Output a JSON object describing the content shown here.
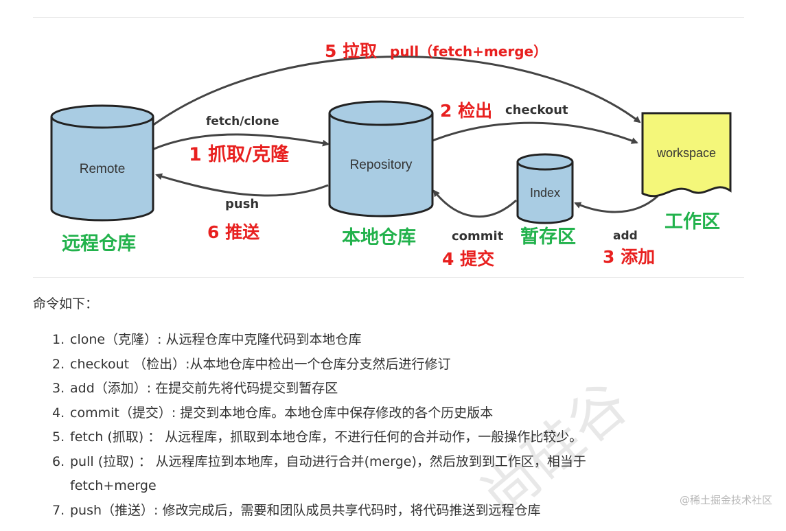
{
  "diagram": {
    "pull_num": "5 拉取",
    "pull_cmd": "pull（fetch+merge）",
    "fetch_clone": "fetch/clone",
    "fetch_label": "1 抓取/克隆",
    "checkout_num": "2 检出",
    "checkout_cmd": "checkout",
    "push_cmd": "push",
    "push_label": "6 推送",
    "commit_cmd": "commit",
    "commit_label": "4 提交",
    "add_cmd": "add",
    "add_label": "3 添加",
    "remote": "Remote",
    "remote_cn": "远程仓库",
    "repository": "Repository",
    "local_cn": "本地仓库",
    "index": "Index",
    "index_cn": "暂存区",
    "workspace": "workspace",
    "workspace_cn": "工作区"
  },
  "text": {
    "intro": "命令如下：",
    "commands": [
      {
        "num": "1.",
        "text": "clone（克隆）: 从远程仓库中克隆代码到本地仓库"
      },
      {
        "num": "2.",
        "text": "checkout （检出）:从本地仓库中检出一个仓库分支然后进行修订"
      },
      {
        "num": "3.",
        "text": "add（添加）: 在提交前先将代码提交到暂存区"
      },
      {
        "num": "4.",
        "text": "commit（提交）: 提交到本地仓库。本地仓库中保存修改的各个历史版本"
      },
      {
        "num": "5.",
        "text": "fetch (抓取) ： 从远程库，抓取到本地仓库，不进行任何的合并动作，一般操作比较少。"
      },
      {
        "num": "6.",
        "text": "pull (拉取) ： 从远程库拉到本地库，自动进行合并(merge)，然后放到到工作区，相当于"
      },
      {
        "num": "",
        "text": "fetch+merge"
      },
      {
        "num": "7.",
        "text": "push（推送）: 修改完成后，需要和团队成员共享代码时，将代码推送到远程仓库"
      }
    ],
    "watermark": "@稀土掘金技术社区",
    "stamp": "尚硅谷"
  },
  "colors": {
    "cylinder": "#a9cce3",
    "workspace": "#f4f77a",
    "red": "#e8201f",
    "green": "#22b24c"
  }
}
